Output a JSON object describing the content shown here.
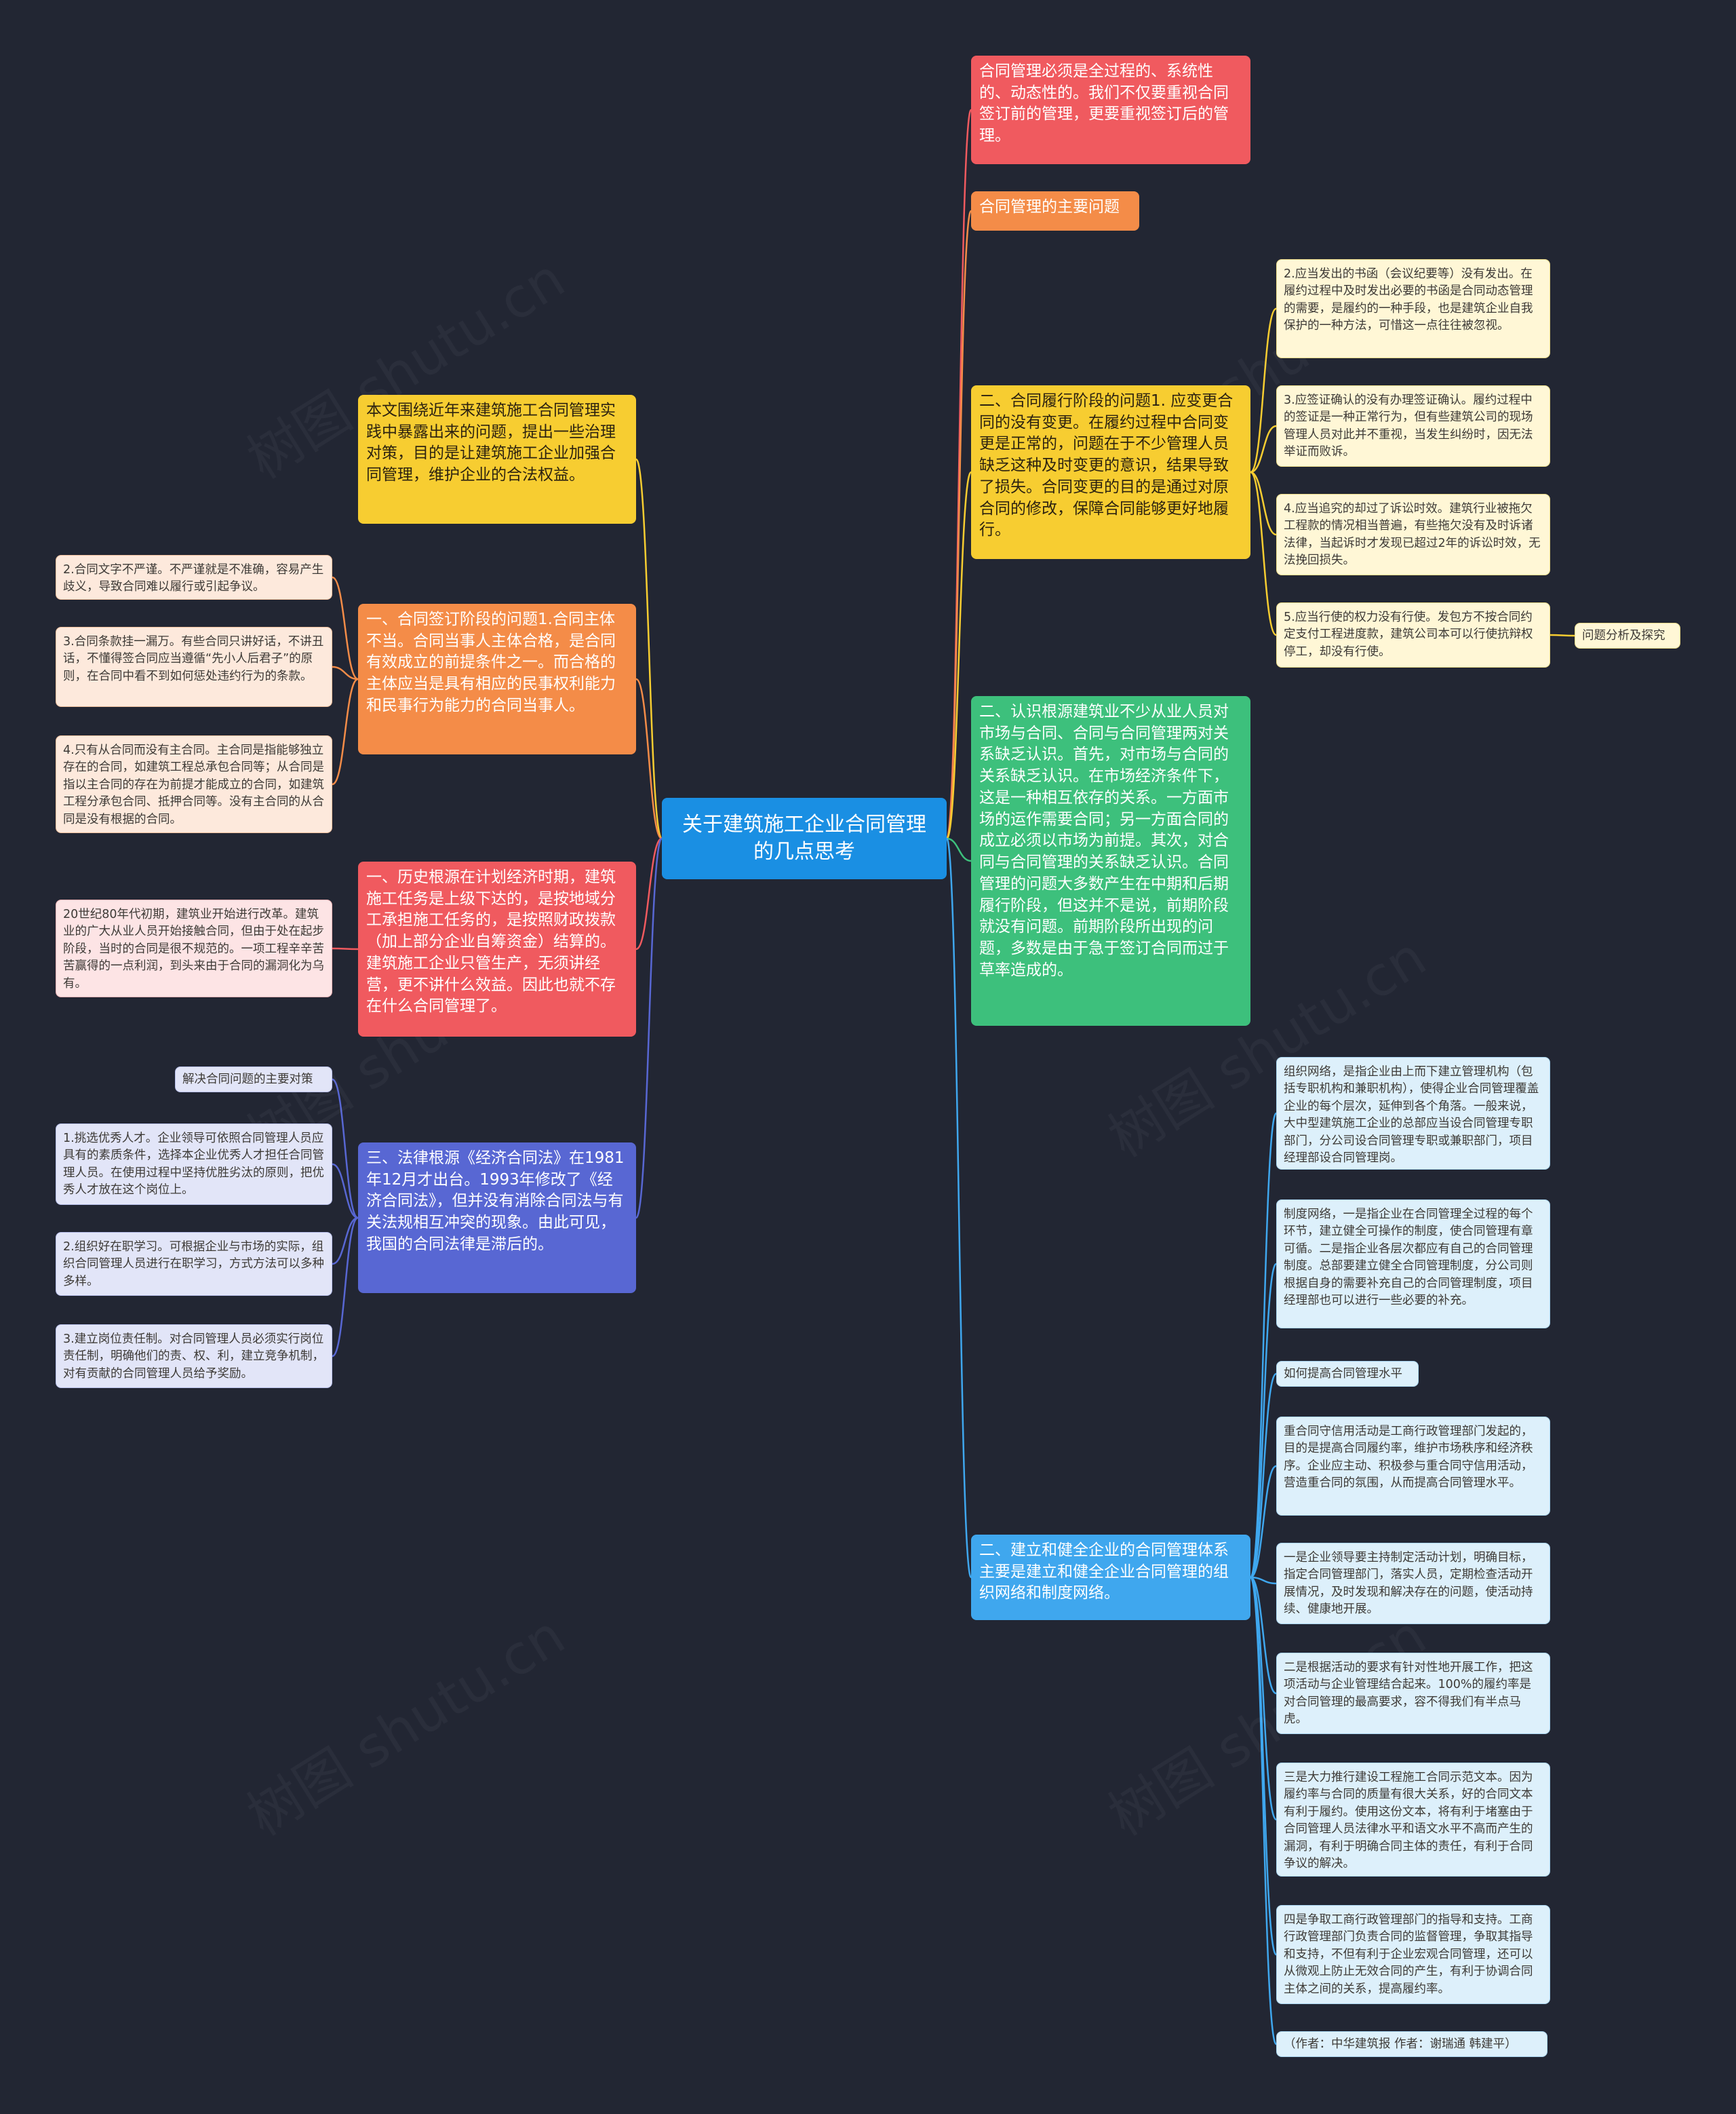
{
  "colors": {
    "background": "#222633",
    "root": "#1a8fe3",
    "red": "#f05a5f",
    "orange": "#f48c48",
    "yellow": "#f7cd31",
    "green": "#3dc07c",
    "blue": "#3fa7ee",
    "indigo": "#5867d3"
  },
  "root": {
    "text": "关于建筑施工企业合同管理的几点思考"
  },
  "right": {
    "r1": {
      "text": "合同管理必须是全过程的、系统性的、动态性的。我们不仅要重视合同签订前的管理，更要重视签订后的管理。"
    },
    "r2": {
      "text": "合同管理的主要问题"
    },
    "r3": {
      "text": "二、合同履行阶段的问题1. 应变更合同的没有变更。在履约过程中合同变更是正常的，问题在于不少管理人员缺乏这种及时变更的意识，结果导致了损失。合同变更的目的是通过对原合同的修改，保障合同能够更好地履行。",
      "children": [
        "2.应当发出的书函（会议纪要等）没有发出。在履约过程中及时发出必要的书函是合同动态管理的需要，是履约的一种手段，也是建筑企业自我保护的一种方法，可惜这一点往往被忽视。",
        "3.应签证确认的没有办理签证确认。履约过程中的签证是一种正常行为，但有些建筑公司的现场管理人员对此并不重视，当发生纠纷时，因无法举证而败诉。",
        "4.应当追究的却过了诉讼时效。建筑行业被拖欠工程款的情况相当普遍，有些拖欠没有及时诉诸法律，当起诉时才发现已超过2年的诉讼时效，无法挽回损失。",
        "5.应当行使的权力没有行使。发包方不按合同约定支付工程进度款，建筑公司本可以行使抗辩权停工，却没有行使。"
      ],
      "tag": "问题分析及探究"
    },
    "r4": {
      "text": "二、认识根源建筑业不少从业人员对市场与合同、合同与合同管理两对关系缺乏认识。首先，对市场与合同的关系缺乏认识。在市场经济条件下，这是一种相互依存的关系。一方面市场的运作需要合同；另一方面合同的成立必须以市场为前提。其次，对合同与合同管理的关系缺乏认识。合同管理的问题大多数产生在中期和后期履行阶段，但这并不是说，前期阶段就没有问题。前期阶段所出现的问题，多数是由于急于签订合同而过于草率造成的。"
    },
    "r5": {
      "text": "二、建立和健全企业的合同管理体系主要是建立和健全企业合同管理的组织网络和制度网络。",
      "children": [
        "组织网络，是指企业由上而下建立管理机构（包括专职机构和兼职机构），使得企业合同管理覆盖企业的每个层次，延伸到各个角落。一般来说，大中型建筑施工企业的总部应当设合同管理专职部门，分公司设合同管理专职或兼职部门，项目经理部设合同管理岗。",
        "制度网络，一是指企业在合同管理全过程的每个环节，建立健全可操作的制度，使合同管理有章可循。二是指企业各层次都应有自己的合同管理制度。总部要建立健全合同管理制度，分公司则根据自身的需要补充自己的合同管理制度，项目经理部也可以进行一些必要的补充。",
        "如何提高合同管理水平",
        "重合同守信用活动是工商行政管理部门发起的，目的是提高合同履约率，维护市场秩序和经济秩序。企业应主动、积极参与重合同守信用活动，营造重合同的氛围，从而提高合同管理水平。",
        "一是企业领导要主持制定活动计划，明确目标，指定合同管理部门，落实人员，定期检查活动开展情况，及时发现和解决存在的问题，使活动持续、健康地开展。",
        "二是根据活动的要求有针对性地开展工作，把这项活动与企业管理结合起来。100%的履约率是对合同管理的最高要求，容不得我们有半点马虎。",
        "三是大力推行建设工程施工合同示范文本。因为履约率与合同的质量有很大关系，好的合同文本有利于履约。使用这份文本，将有利于堵塞由于合同管理人员法律水平和语文水平不高而产生的漏洞，有利于明确合同主体的责任，有利于合同争议的解决。",
        "四是争取工商行政管理部门的指导和支持。工商行政管理部门负责合同的监督管理，争取其指导和支持，不但有利于企业宏观合同管理，还可以从微观上防止无效合同的产生，有利于协调合同主体之间的关系，提高履约率。",
        "（作者：中华建筑报 作者：谢瑞通 韩建平）"
      ]
    }
  },
  "left": {
    "l1": {
      "text": "本文围绕近年来建筑施工合同管理实践中暴露出来的问题，提出一些治理对策，目的是让建筑施工企业加强合同管理，维护企业的合法权益。"
    },
    "l2": {
      "text": "一、合同签订阶段的问题1.合同主体不当。合同当事人主体合格，是合同有效成立的前提条件之一。而合格的主体应当是具有相应的民事权利能力和民事行为能力的合同当事人。",
      "children": [
        "2.合同文字不严谨。不严谨就是不准确，容易产生歧义，导致合同难以履行或引起争议。",
        "3.合同条款挂一漏万。有些合同只讲好话，不讲丑话，不懂得签合同应当遵循“先小人后君子”的原则，在合同中看不到如何惩处违约行为的条款。",
        "4.只有从合同而没有主合同。主合同是指能够独立存在的合同，如建筑工程总承包合同等；从合同是指以主合同的存在为前提才能成立的合同，如建筑工程分承包合同、抵押合同等。没有主合同的从合同是没有根据的合同。"
      ]
    },
    "l3": {
      "text": "一、历史根源在计划经济时期，建筑施工任务是上级下达的，是按地域分工承担施工任务的，是按照财政拨款（加上部分企业自筹资金）结算的。建筑施工企业只管生产，无须讲经营，更不讲什么效益。因此也就不存在什么合同管理了。",
      "children": [
        "20世纪80年代初期，建筑业开始进行改革。建筑业的广大从业人员开始接触合同，但由于处在起步阶段，当时的合同是很不规范的。一项工程辛辛苦苦赢得的一点利润，到头来由于合同的漏洞化为乌有。"
      ]
    },
    "l4": {
      "text": "三、法律根源《经济合同法》在1981年12月才出台。1993年修改了《经济合同法》，但并没有消除合同法与有关法规相互冲突的现象。由此可见，我国的合同法律是滞后的。",
      "children": [
        "解决合同问题的主要对策",
        "1.挑选优秀人才。企业领导可依照合同管理人员应具有的素质条件，选择本企业优秀人才担任合同管理人员。在使用过程中坚持优胜劣汰的原则，把优秀人才放在这个岗位上。",
        "2.组织好在职学习。可根据企业与市场的实际，组织合同管理人员进行在职学习，方式方法可以多种多样。",
        "3.建立岗位责任制。对合同管理人员必须实行岗位责任制，明确他们的责、权、利，建立竞争机制，对有贡献的合同管理人员给予奖励。"
      ]
    }
  },
  "watermark": "树图 shutu.cn"
}
